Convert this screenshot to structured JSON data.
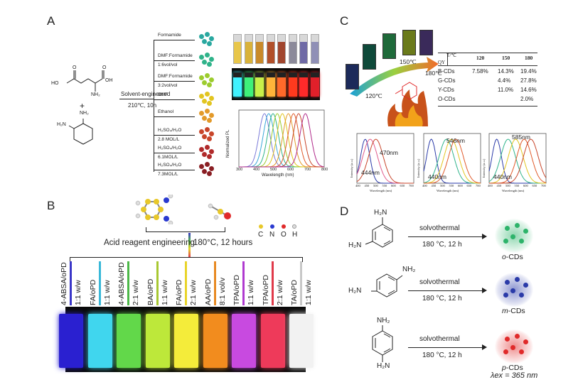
{
  "panels": {
    "a": "A",
    "b": "B",
    "c": "C",
    "d": "D"
  },
  "panel_a": {
    "reaction_label": "Solvent-engineered",
    "reaction_condition": "210℃, 10h",
    "plus": "+",
    "reactant1_atoms": {
      "ho_left": "HO",
      "oh_right": "OH",
      "o1": "O",
      "o2": "O",
      "nh2": "NH₂"
    },
    "reactant2_atoms": {
      "nh2_top": "NH₂",
      "h2n": "H₂N"
    },
    "solvents": [
      {
        "label": "Formamide",
        "sub": "",
        "color": "#2aa8a0"
      },
      {
        "label": "DMF:Formamide",
        "sub": "1:6vol/vol",
        "color": "#2fb38a"
      },
      {
        "label": "DMF:Formamide",
        "sub": "3:2vol/vol",
        "color": "#9ccc2e"
      },
      {
        "label": "DMF",
        "sub": "",
        "color": "#e2c520"
      },
      {
        "label": "Ethanol",
        "sub": "",
        "color": "#e39a2a"
      },
      {
        "label": "H₂SO₄/H₂O",
        "sub": "2.8 MOL/L",
        "color": "#c8452a"
      },
      {
        "label": "H₂SO₄/H₂O",
        "sub": "6.1MOL/L",
        "color": "#b02a2a"
      },
      {
        "label": "H₂SO₄/H₂O",
        "sub": "7.3MOL/L",
        "color": "#8a1f24"
      }
    ],
    "daylight_vials": [
      "#e8c64a",
      "#d9b23a",
      "#c98a2a",
      "#b2502a",
      "#a1462e",
      "#8c8a9a",
      "#6f6aa6",
      "#8f8fb6"
    ],
    "uv_vials": [
      "#3ff2ff",
      "#3ef07a",
      "#c8f04a",
      "#ffb43a",
      "#ff6a2a",
      "#ff3a1e",
      "#ff2a2a",
      "#e0202a"
    ],
    "pl_chart": {
      "ylabel": "Normalized PL",
      "xlabel": "Wavelength (nm)",
      "xticks": [
        "300",
        "400",
        "500",
        "600",
        "700",
        "800"
      ]
    }
  },
  "panel_c": {
    "temps": {
      "t120": "120℃",
      "t150": "150℃",
      "t180": "180℃"
    },
    "table": {
      "corner_top": "T/℃",
      "corner_bottom": "QY",
      "headers": [
        "120",
        "150",
        "180"
      ],
      "rows": [
        {
          "name": "B-CDs",
          "v1": "7.58%",
          "v2": "14.3%",
          "v3": "19.4%"
        },
        {
          "name": "G-CDs",
          "v1": "",
          "v2": "4.4%",
          "v3": "27.8%"
        },
        {
          "name": "Y-CDs",
          "v1": "",
          "v2": "11.0%",
          "v3": "14.6%"
        },
        {
          "name": "O-CDs",
          "v1": "",
          "v2": "",
          "v3": "2.0%"
        }
      ]
    },
    "spectra": [
      {
        "ex": "444nm",
        "em": "470nm"
      },
      {
        "ex": "440nm",
        "em": "546nm"
      },
      {
        "ex": "440nm",
        "em": "585nm"
      }
    ],
    "small_ylabel": "Intensity (a.u.)",
    "small_xlabel": "Wavelength (nm)",
    "small_xticks": [
      "400",
      "450",
      "500",
      "550",
      "600",
      "650",
      "700"
    ]
  },
  "panel_b": {
    "atom_legend": {
      "c": "C",
      "n": "N",
      "o": "O",
      "h": "H"
    },
    "engineering": "Acid reagent engineering",
    "condition": "180°C, 12 hours",
    "samples": [
      {
        "name": "4-ABSA/oPD",
        "ratio": "1:1 w/w",
        "color": "#3a36c8",
        "vial": "#2a20d0"
      },
      {
        "name": "FA/oPD",
        "ratio": "1:1 w/w",
        "color": "#39b8d8",
        "vial": "#40d6ee"
      },
      {
        "name": "4-ABSA/oPD",
        "ratio": "2:1 w/w",
        "color": "#4cb848",
        "vial": "#62d84a"
      },
      {
        "name": "BA/oPD",
        "ratio": "1:1 w/w",
        "color": "#a8c832",
        "vial": "#bde83a"
      },
      {
        "name": "FA/oPD",
        "ratio": "2:1 w/w",
        "color": "#e8d42a",
        "vial": "#f4ec3a"
      },
      {
        "name": "AA/oPD",
        "ratio": "8:1 vol/v",
        "color": "#e88a22",
        "vial": "#f28c1e"
      },
      {
        "name": "TPA/oPD",
        "ratio": "1:1 w/w",
        "color": "#b03ad0",
        "vial": "#c84ae0"
      },
      {
        "name": "TPA/oPD",
        "ratio": "2:1 w/w",
        "color": "#e03a4a",
        "vial": "#ee3a5a"
      },
      {
        "name": "TA/oPD",
        "ratio": "1:1 w/w",
        "color": "#c8c8c8",
        "vial": "#f2f2f2"
      }
    ]
  },
  "panel_d": {
    "rows": [
      {
        "process": "solvothermal",
        "condition": "180 °C, 12 h",
        "product_prefix": "o",
        "product_suffix": "-CDs",
        "color": "#2db36a",
        "nh2_a": "H₂N",
        "nh2_b": "H₂N"
      },
      {
        "process": "solvothermal",
        "condition": "180 °C, 12 h",
        "product_prefix": "m",
        "product_suffix": "-CDs",
        "color": "#2a3aa8",
        "nh2_a": "NH₂",
        "nh2_b": "H₂N"
      },
      {
        "process": "solvothermal",
        "condition": "180 °C, 12 h",
        "product_prefix": "p",
        "product_suffix": "-CDs",
        "color": "#e02a2a",
        "nh2_a": "NH₂",
        "nh2_b": "H₂N"
      }
    ],
    "lambda_label": "λex = 365 nm"
  }
}
